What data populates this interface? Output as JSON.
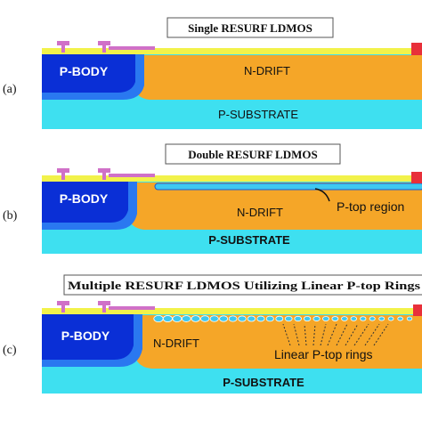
{
  "panels": [
    {
      "label": "(a)",
      "title": "Single RESURF LDMOS",
      "pbody": "P-BODY",
      "ndrift": "N-DRIFT",
      "substrate": "P-SUBSTRATE"
    },
    {
      "label": "(b)",
      "title": "Double RESURF LDMOS",
      "pbody": "P-BODY",
      "ndrift": "N-DRIFT",
      "substrate": "P-SUBSTRATE",
      "annotation": "P-top region"
    },
    {
      "label": "(c)",
      "title": "Multiple RESURF LDMOS Utilizing Linear P-top Rings",
      "pbody": "P-BODY",
      "ndrift": "N-DRIFT",
      "substrate": "P-SUBSTRATE",
      "annotation": "Linear P-top rings"
    }
  ],
  "colors": {
    "substrate": "#3ee0f0",
    "ndrift": "#f5a628",
    "pbody": "#0a2fd6",
    "pbody_halo": "#2a78f0",
    "oxide": "#f2f24a",
    "contact": "#d070c8",
    "drain": "#e8303a",
    "ptop": "#3ec8f0"
  }
}
